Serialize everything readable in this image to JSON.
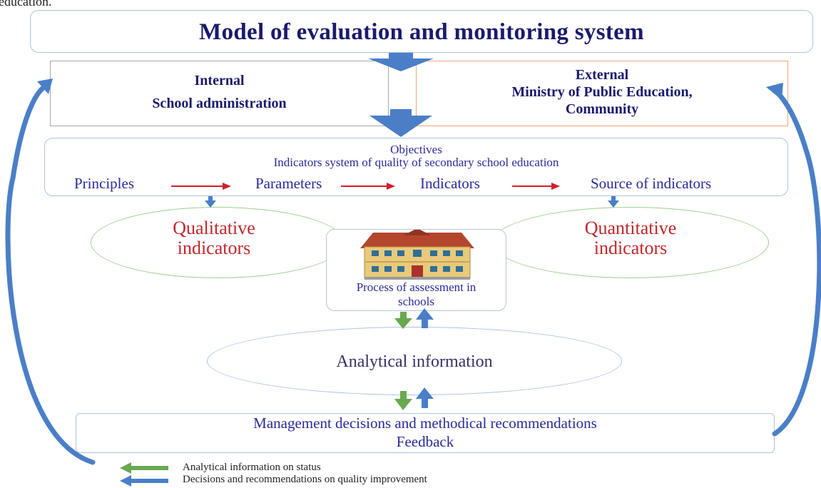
{
  "page_top_fragment": "education.",
  "title": "Model of evaluation and monitoring system",
  "internal": {
    "line1": "Internal",
    "line2": "School administration"
  },
  "external": {
    "line1": "External",
    "line2": "Ministry of Public Education,",
    "line3": "Community"
  },
  "objectives": {
    "line1": "Objectives",
    "line2": "Indicators system of quality of secondary school education",
    "flow": [
      "Principles",
      "Parameters",
      "Indicators",
      "Source of indicators"
    ]
  },
  "qualitative": {
    "line1": "Qualitative",
    "line2": "indicators"
  },
  "quantitative": {
    "line1": "Quantitative",
    "line2": "indicators"
  },
  "process": {
    "line1": "Process of assessment in",
    "line2": "schools"
  },
  "analytical": "Analytical information",
  "management": {
    "line1": "Management decisions and methodical recommendations",
    "line2": "Feedback"
  },
  "legend": [
    {
      "label": "Analytical information on status",
      "color": "#6aa84f"
    },
    {
      "label": "Decisions and recommendations on quality improvement",
      "color": "#4a7fc8"
    }
  ],
  "colors": {
    "arrow_blue": "#4a7fc8",
    "arrow_green": "#6aa84f",
    "arrow_red": "#d0202a",
    "border_blue": "#a9c4e4",
    "border_orange": "#f0a77a",
    "ellipse_green": "#9fcf8f"
  }
}
